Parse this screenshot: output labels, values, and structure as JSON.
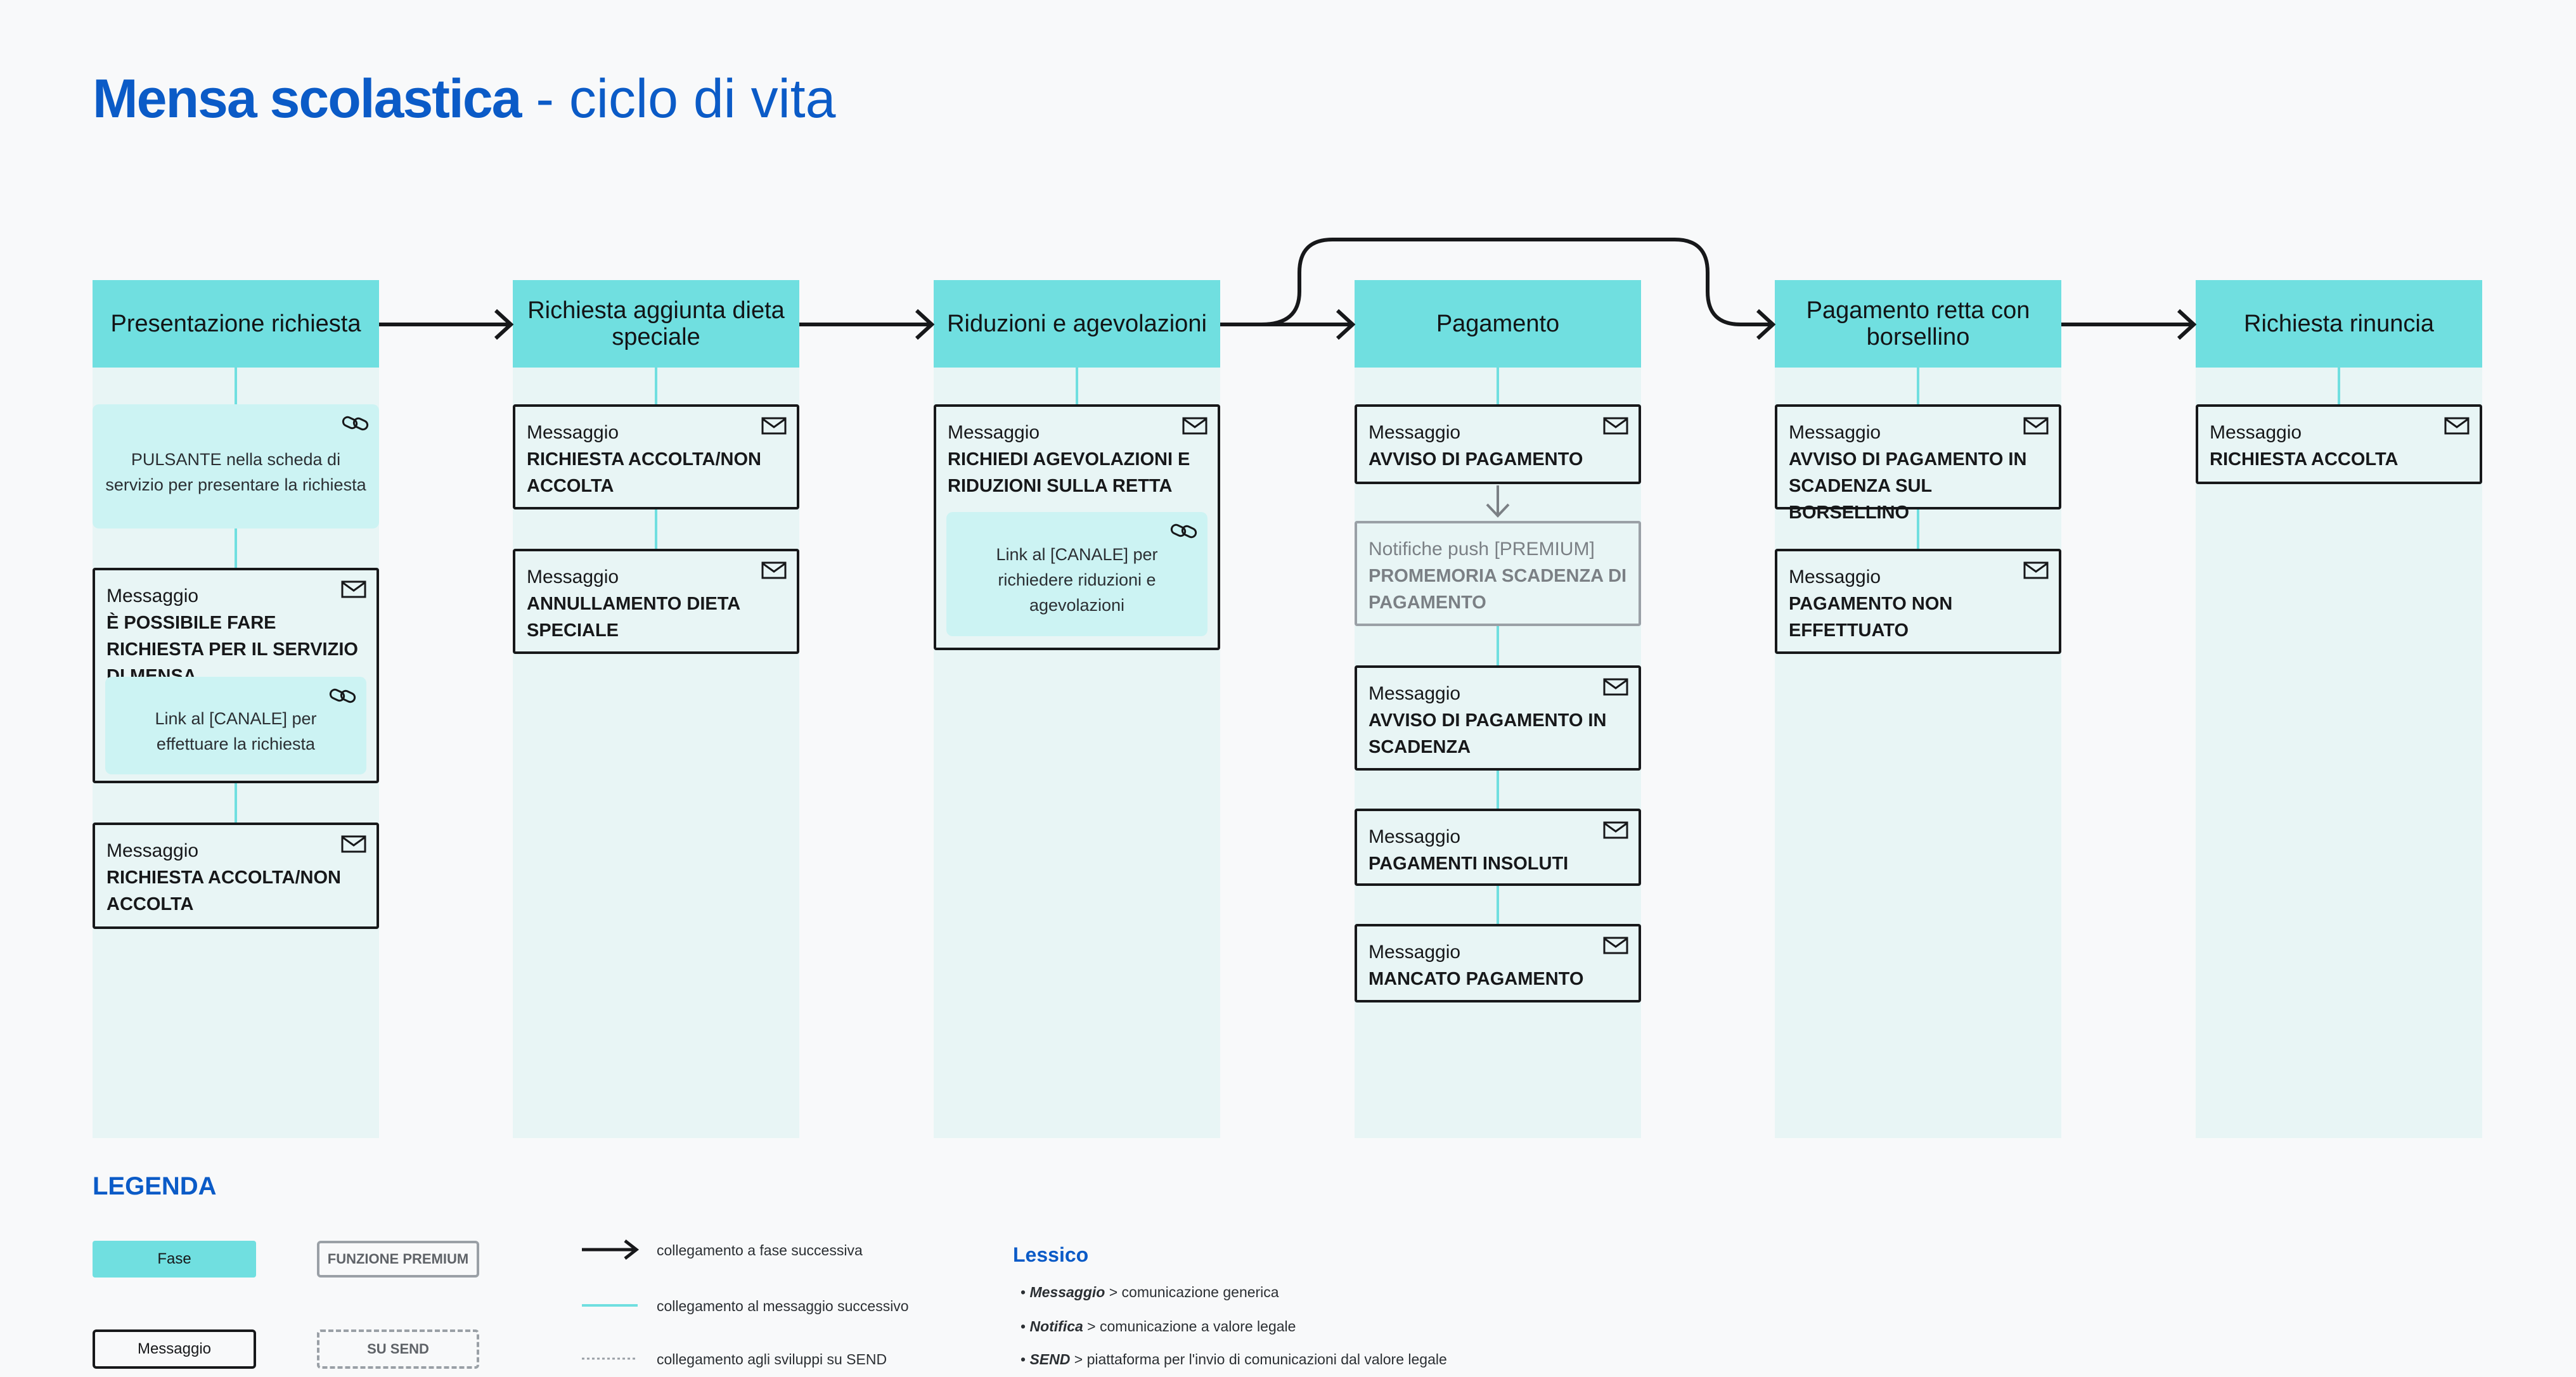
{
  "title": {
    "bold": "Mensa scolastica",
    "rest": " - ciclo di vita"
  },
  "phases": [
    "Presentazione richiesta",
    "Richiesta aggiunta dieta speciale",
    "Riduzioni e agevolazioni",
    "Pagamento",
    "Pagamento retta con borsellino",
    "Richiesta rinuncia"
  ],
  "col1": {
    "button_box": "PULSANTE nella scheda di servizio per presentare la richiesta",
    "msg1_kind": "Messaggio",
    "msg1_body": "È POSSIBILE FARE RICHIESTA PER IL SERVIZIO DI MENSA",
    "msg1_link": "Link al [CANALE] per effettuare la richiesta",
    "msg2_kind": "Messaggio",
    "msg2_body": "RICHIESTA ACCOLTA/NON ACCOLTA"
  },
  "col2": {
    "msg1_kind": "Messaggio",
    "msg1_body": "RICHIESTA ACCOLTA/NON ACCOLTA",
    "msg2_kind": "Messaggio",
    "msg2_body": "ANNULLAMENTO DIETA SPECIALE"
  },
  "col3": {
    "msg1_kind": "Messaggio",
    "msg1_body": "RICHIEDI AGEVOLAZIONI E RIDUZIONI SULLA RETTA",
    "msg1_link": "Link al [CANALE] per richiedere riduzioni e agevolazioni"
  },
  "col4": {
    "msg1_kind": "Messaggio",
    "msg1_body": "AVVISO DI PAGAMENTO",
    "push_kind": "Notifiche push [PREMIUM]",
    "push_body": "PROMEMORIA SCADENZA DI PAGAMENTO",
    "msg2_kind": "Messaggio",
    "msg2_body": "AVVISO DI PAGAMENTO IN SCADENZA",
    "msg3_kind": "Messaggio",
    "msg3_body": "PAGAMENTI INSOLUTI",
    "msg4_kind": "Messaggio",
    "msg4_body": "MANCATO PAGAMENTO"
  },
  "col5": {
    "msg1_kind": "Messaggio",
    "msg1_body": "AVVISO DI PAGAMENTO IN SCADENZA SUL BORSELLINO",
    "msg2_kind": "Messaggio",
    "msg2_body": "PAGAMENTO NON EFFETTUATO"
  },
  "col6": {
    "msg1_kind": "Messaggio",
    "msg1_body": "RICHIESTA ACCOLTA"
  },
  "legend": {
    "title": "LEGENDA",
    "fase": "Fase",
    "premium": "FUNZIONE PREMIUM",
    "messaggio": "Messaggio",
    "send": "SU SEND",
    "arrow_text": "collegamento a fase successiva",
    "line_text": "collegamento al messaggio successivo",
    "dotted_text": "collegamento agli sviluppi su SEND"
  },
  "lessico": {
    "title": "Lessico",
    "items": [
      {
        "term": "Messaggio",
        "desc": "comunicazione generica"
      },
      {
        "term": "Notifica",
        "desc": "comunicazione a valore legale"
      },
      {
        "term": "SEND",
        "desc": "piattaforma per  l'invio di comunicazioni dal valore legale"
      }
    ]
  },
  "colors": {
    "phase": "#70dfe0",
    "lane": "#e8f5f5",
    "accent": "#0b5bc7",
    "link_box": "#ccf3f3"
  },
  "icons": {
    "message": "envelope-icon",
    "link": "link-icon"
  }
}
